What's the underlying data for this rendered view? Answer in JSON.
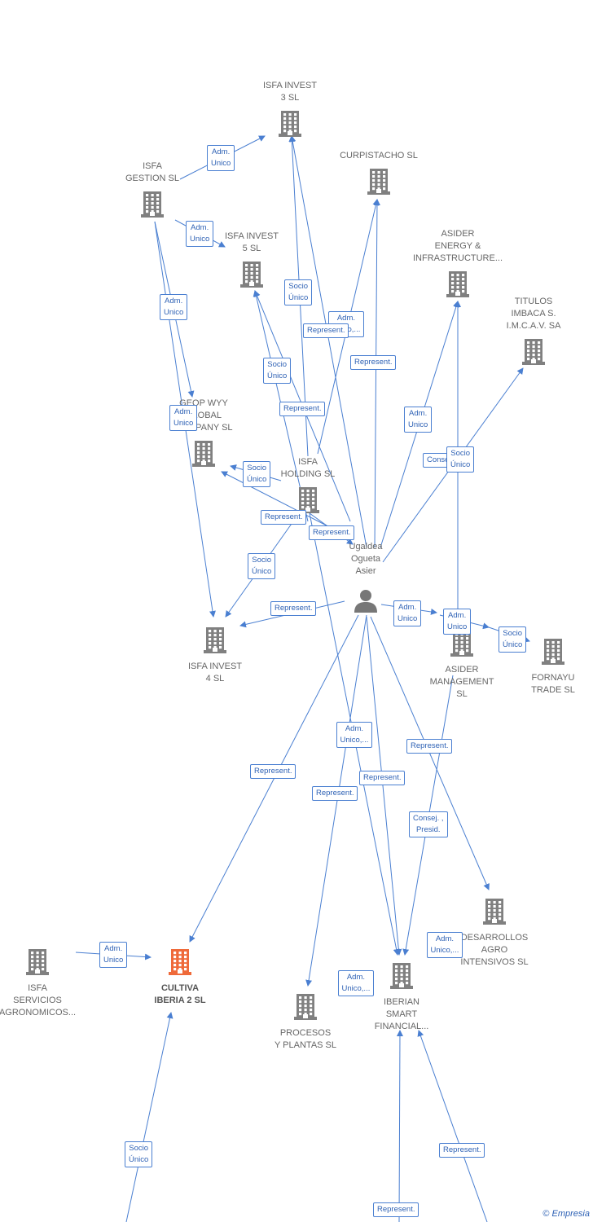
{
  "colors": {
    "edge": "#4a7fd1",
    "company": "#808080",
    "main_company": "#ef6a3a",
    "person": "#777777"
  },
  "person": {
    "name_lines": [
      "Ugaldea",
      "Ogueta",
      "Asier"
    ],
    "icon": "person-icon"
  },
  "nodes": [
    {
      "id": "isfa_invest_3",
      "lines": [
        "ISFA INVEST",
        "3  SL"
      ],
      "icon": "building-icon"
    },
    {
      "id": "curpistacho",
      "lines": [
        "CURPISTACHO SL"
      ],
      "icon": "building-icon"
    },
    {
      "id": "isfa_gestion",
      "lines": [
        "ISFA",
        "GESTION  SL"
      ],
      "icon": "building-icon"
    },
    {
      "id": "isfa_invest_5",
      "lines": [
        "ISFA INVEST",
        "5  SL"
      ],
      "icon": "building-icon"
    },
    {
      "id": "asider_energy",
      "lines": [
        "ASIDER",
        "ENERGY &",
        "INFRASTRUCTURE..."
      ],
      "icon": "building-icon"
    },
    {
      "id": "titulos_imbaca",
      "lines": [
        "TITULOS",
        "IMBACA S.",
        "I.M.C.A.V. SA"
      ],
      "icon": "building-icon"
    },
    {
      "id": "geop_wyy",
      "lines": [
        "GEOP WYY",
        "GLOBAL",
        "COMPANY SL"
      ],
      "icon": "building-icon"
    },
    {
      "id": "isfa_holding",
      "lines": [
        "ISFA",
        "HOLDING  SL"
      ],
      "icon": "building-icon"
    },
    {
      "id": "isfa_invest_4",
      "lines": [
        "ISFA INVEST",
        "4  SL"
      ],
      "icon": "building-icon"
    },
    {
      "id": "asider_management",
      "lines": [
        "ASIDER",
        "MANAGEMENT",
        "SL"
      ],
      "icon": "building-icon"
    },
    {
      "id": "fornayu",
      "lines": [
        "FORNAYU",
        "TRADE  SL"
      ],
      "icon": "building-icon"
    },
    {
      "id": "desarrollos_agro",
      "lines": [
        "DESARROLLOS",
        "AGRO",
        "INTENSIVOS  SL"
      ],
      "icon": "building-icon"
    },
    {
      "id": "isfa_servicios",
      "lines": [
        "ISFA",
        "SERVICIOS",
        "AGRONOMICOS..."
      ],
      "icon": "building-icon"
    },
    {
      "id": "cultiva_iberia",
      "lines": [
        "CULTIVA",
        "IBERIA 2  SL"
      ],
      "icon": "building-icon",
      "main": true
    },
    {
      "id": "procesos_plantas",
      "lines": [
        "PROCESOS",
        "Y PLANTAS  SL"
      ],
      "icon": "building-icon"
    },
    {
      "id": "iberian_smart",
      "lines": [
        "IBERIAN",
        "SMART",
        "FINANCIAL..."
      ],
      "icon": "building-icon"
    }
  ],
  "edge_labels": [
    {
      "id": "e1",
      "lines": [
        "Adm.",
        "Unico"
      ]
    },
    {
      "id": "e2",
      "lines": [
        "Adm.",
        "Unico"
      ]
    },
    {
      "id": "e3",
      "lines": [
        "Adm.",
        "Unico"
      ]
    },
    {
      "id": "e4",
      "lines": [
        "Socio",
        "Único"
      ]
    },
    {
      "id": "e5",
      "lines": [
        "Adm.",
        "Unico,..."
      ]
    },
    {
      "id": "e6",
      "lines": [
        "Represent."
      ]
    },
    {
      "id": "e7",
      "lines": [
        "Represent."
      ]
    },
    {
      "id": "e8",
      "lines": [
        "Socio",
        "Único"
      ]
    },
    {
      "id": "e9",
      "lines": [
        "Represent."
      ]
    },
    {
      "id": "e10",
      "lines": [
        "Adm.",
        "Unico"
      ]
    },
    {
      "id": "e11",
      "lines": [
        "Adm.",
        "Unico"
      ]
    },
    {
      "id": "e12",
      "lines": [
        "Consej. ,"
      ]
    },
    {
      "id": "e13",
      "lines": [
        "Socio",
        "Único"
      ]
    },
    {
      "id": "e14",
      "lines": [
        "Socio",
        "Único"
      ]
    },
    {
      "id": "e15",
      "lines": [
        "Represent."
      ]
    },
    {
      "id": "e16",
      "lines": [
        "Represent."
      ]
    },
    {
      "id": "e17",
      "lines": [
        "Socio",
        "Único"
      ]
    },
    {
      "id": "e18",
      "lines": [
        "Represent."
      ]
    },
    {
      "id": "e19",
      "lines": [
        "Adm.",
        "Unico"
      ]
    },
    {
      "id": "e20",
      "lines": [
        "Adm.",
        "Unico"
      ]
    },
    {
      "id": "e21",
      "lines": [
        "Socio",
        "Único"
      ]
    },
    {
      "id": "e22",
      "lines": [
        "Adm.",
        "Unico,..."
      ]
    },
    {
      "id": "e23",
      "lines": [
        "Represent."
      ]
    },
    {
      "id": "e24",
      "lines": [
        "Represent."
      ]
    },
    {
      "id": "e25",
      "lines": [
        "Represent."
      ]
    },
    {
      "id": "e26",
      "lines": [
        "Represent."
      ]
    },
    {
      "id": "e27",
      "lines": [
        "Consej. ,",
        "Presid."
      ]
    },
    {
      "id": "e28",
      "lines": [
        "Adm.",
        "Unico"
      ]
    },
    {
      "id": "e29",
      "lines": [
        "Adm.",
        "Unico,..."
      ]
    },
    {
      "id": "e30",
      "lines": [
        "Adm.",
        "Unico,..."
      ]
    },
    {
      "id": "e31",
      "lines": [
        "Socio",
        "Único"
      ]
    },
    {
      "id": "e32",
      "lines": [
        "Represent."
      ]
    },
    {
      "id": "e33",
      "lines": [
        "Represent."
      ]
    }
  ],
  "footer": {
    "copyright_symbol": "©",
    "brand": "Empresia"
  }
}
